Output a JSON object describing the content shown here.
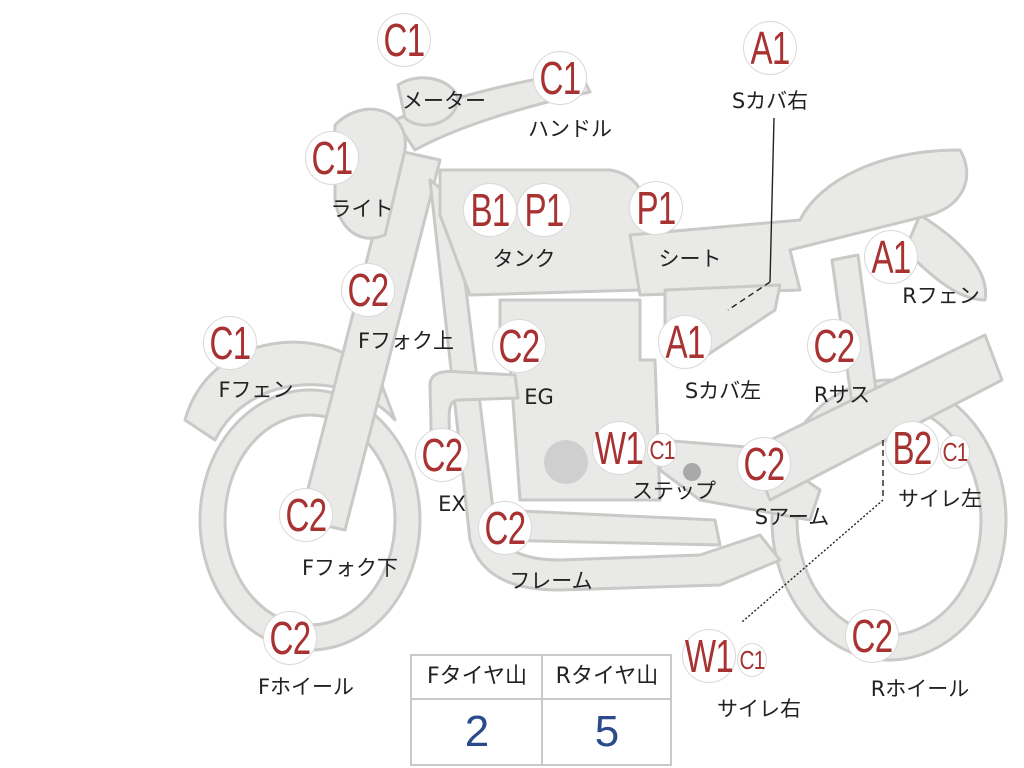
{
  "parts": [
    {
      "name": "meter",
      "code": "C1",
      "label": "メーター"
    },
    {
      "name": "handle",
      "code": "C1",
      "label": "ハンドル"
    },
    {
      "name": "side-cover-right",
      "code": "A1",
      "label": "Sカバ右"
    },
    {
      "name": "light",
      "code": "C1",
      "label": "ライト"
    },
    {
      "name": "tank",
      "code1": "B1",
      "code2": "P1",
      "label": "タンク"
    },
    {
      "name": "seat",
      "code": "P1",
      "label": "シート"
    },
    {
      "name": "rear-fender",
      "code": "A1",
      "label": "Rフェン"
    },
    {
      "name": "front-fork-upper",
      "code": "C2",
      "label": "Fフォク上"
    },
    {
      "name": "front-fender",
      "code": "C1",
      "label": "Fフェン"
    },
    {
      "name": "engine",
      "code": "C2",
      "label": "EG"
    },
    {
      "name": "side-cover-left",
      "code": "A1",
      "label": "Sカバ左"
    },
    {
      "name": "rear-suspension",
      "code": "C2",
      "label": "Rサス"
    },
    {
      "name": "exhaust",
      "code": "C2",
      "label": "EX"
    },
    {
      "name": "step",
      "code": "W1",
      "sub": "C1",
      "label": "ステップ"
    },
    {
      "name": "swing-arm",
      "code": "C2",
      "label": "Sアーム"
    },
    {
      "name": "silencer-left",
      "code": "B2",
      "sub": "C1",
      "label": "サイレ左"
    },
    {
      "name": "front-fork-lower",
      "code": "C2",
      "label": "Fフォク下"
    },
    {
      "name": "frame",
      "code": "C2",
      "label": "フレーム"
    },
    {
      "name": "front-wheel",
      "code": "C2",
      "label": "Fホイール"
    },
    {
      "name": "silencer-right",
      "code": "W1",
      "sub": "C1",
      "label": "サイレ右"
    },
    {
      "name": "rear-wheel",
      "code": "C2",
      "label": "Rホイール"
    }
  ],
  "tire_table": {
    "front_header": "Fタイヤ山",
    "rear_header": "Rタイヤ山",
    "front_value": "2",
    "rear_value": "5"
  },
  "colors": {
    "part_fill": "#e8e8e6",
    "part_stroke": "#c8c8c6",
    "code": "#a83232",
    "value": "#2b4a8b"
  }
}
